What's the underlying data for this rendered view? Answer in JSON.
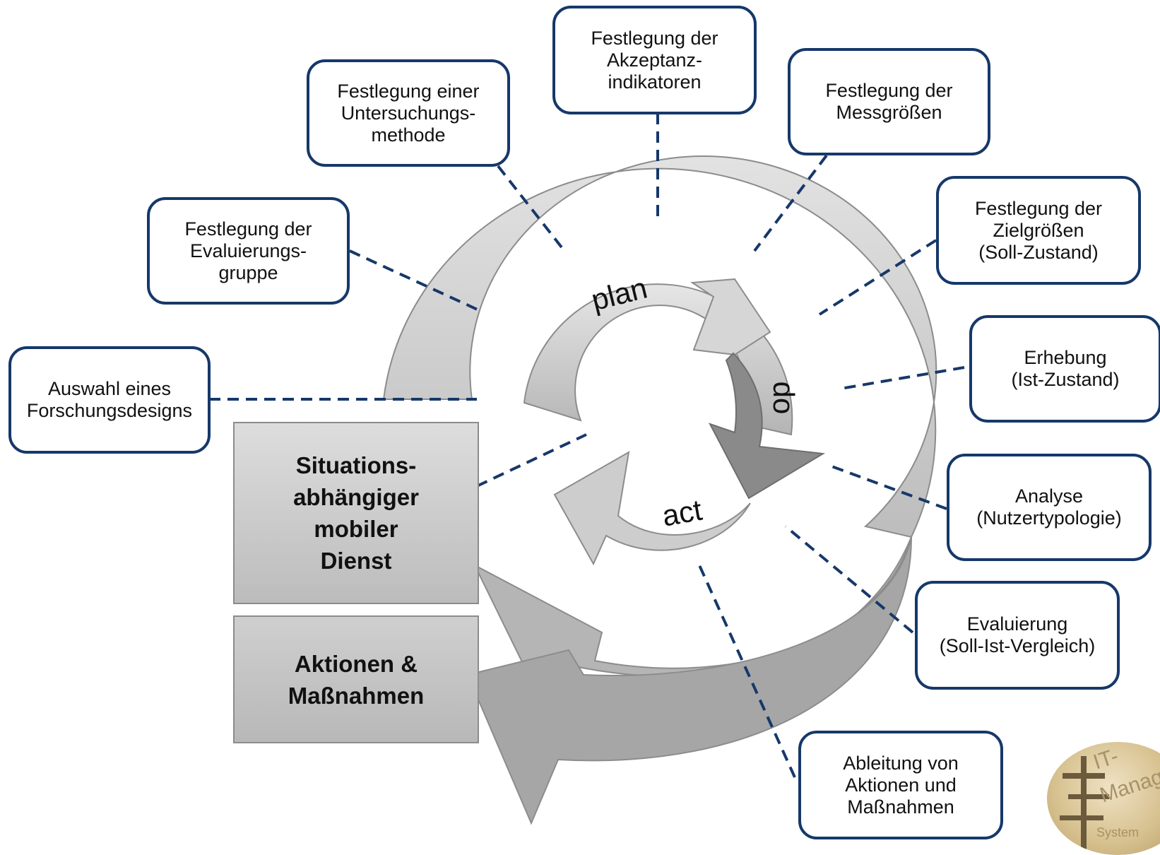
{
  "colors": {
    "box_border": "#16386a",
    "dash_line": "#16386a",
    "outer_ring": "#d9d9d9",
    "inner_ring": "#c8c8c8",
    "do_segment": "#8a8a8a",
    "act_arrow": "#a6a6a6",
    "gray_box": "#cfcfcf"
  },
  "cycle": {
    "plan": "plan",
    "do": "do",
    "act": "act"
  },
  "steps": [
    {
      "id": "forschungsdesign",
      "label": "Auswahl eines\nForschungsdesigns"
    },
    {
      "id": "evaluierungsgruppe",
      "label": "Festlegung der\nEvaluierungs-\ngruppe"
    },
    {
      "id": "untersuchungsmethode",
      "label": "Festlegung einer\nUntersuchungs-\nmethode"
    },
    {
      "id": "akzeptanzindikatoren",
      "label": "Festlegung der\nAkzeptanz-\nindikatoren"
    },
    {
      "id": "messgroessen",
      "label": "Festlegung der\nMessgrößen"
    },
    {
      "id": "zielgroessen",
      "label": "Festlegung der\nZielgrößen\n(Soll-Zustand)"
    },
    {
      "id": "erhebung",
      "label": "Erhebung\n(Ist-Zustand)"
    },
    {
      "id": "analyse",
      "label": "Analyse\n(Nutzertypologie)"
    },
    {
      "id": "evaluierung",
      "label": "Evaluierung\n(Soll-Ist-Vergleich)"
    },
    {
      "id": "ableitung",
      "label": "Ableitung von\nAktionen und\nMaßnahmen"
    }
  ],
  "gray_boxes": {
    "dienst": "Situations-\nabhängiger\nmobiler\nDienst",
    "aktionen": "Aktionen &\nMaßnahmen"
  },
  "logo": {
    "line1": "IT-",
    "line2": "Manag",
    "line3": "System"
  }
}
